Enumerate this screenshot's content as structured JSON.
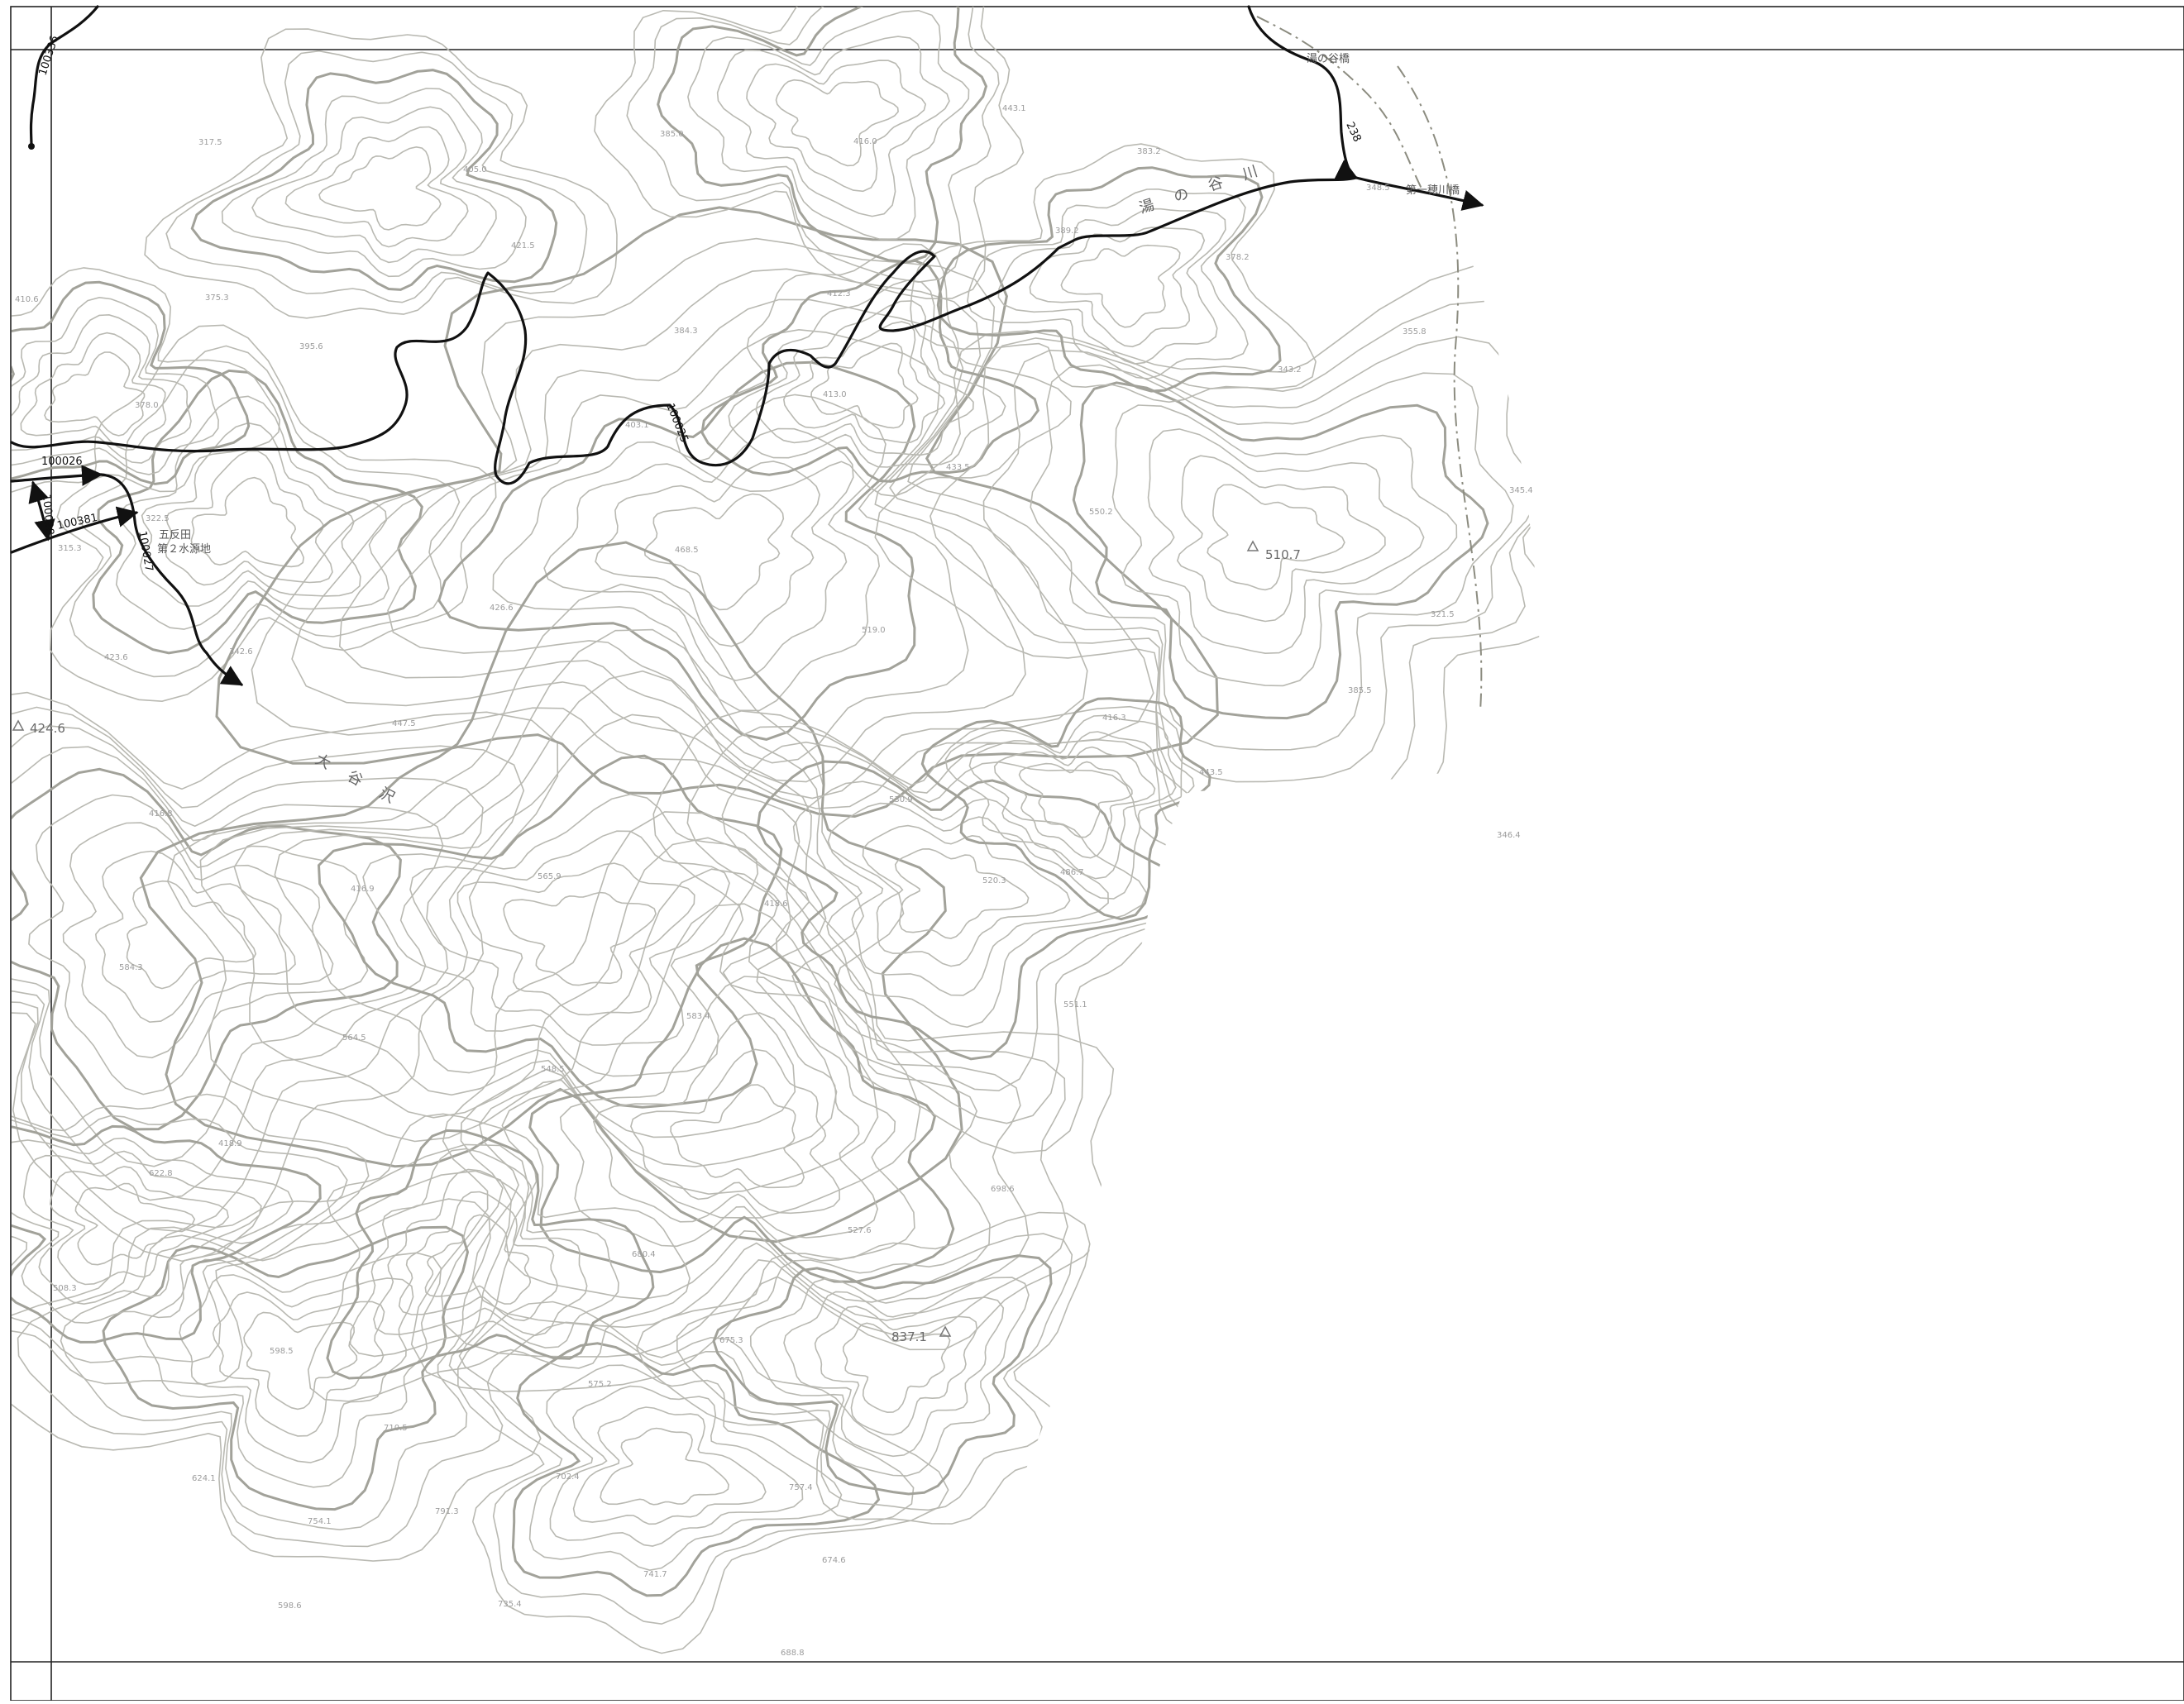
{
  "map": {
    "route_labels": [
      "100336",
      "100026",
      "100028",
      "100381",
      "100027",
      "100025",
      "238"
    ],
    "place_labels": [
      "五反田",
      "第２水源地",
      "湯の谷橋",
      "第一穂川橋"
    ],
    "river_label": "湯 の 谷 川",
    "valley_label": "大 谷 沢",
    "spot_heights": {
      "s01": "317.5",
      "s02": "405.0",
      "s03": "421.5",
      "s04": "375.3",
      "s05": "395.6",
      "s06": "378.0",
      "s07": "385.0",
      "s08": "416.0",
      "s09": "412.3",
      "s10": "384.3",
      "s11": "403.1",
      "s12": "443.1",
      "s13": "383.2",
      "s14": "389.2",
      "s15": "378.2",
      "s16": "348.5",
      "s17": "343.2",
      "s18": "413.0",
      "s19": "355.8",
      "s20": "433.5",
      "s21": "550.2",
      "s22": "426.6",
      "s23": "468.5",
      "s24": "342.6",
      "s25": "519.0",
      "s26": "321.5",
      "s27": "345.4",
      "s28": "385.5",
      "s29": "416.3",
      "s30": "443.5",
      "s31": "447.5",
      "s32": "530.9",
      "s33": "416.8",
      "s34": "486.7",
      "s35": "520.3",
      "s36": "565.9",
      "s37": "416.9",
      "s38": "418.6",
      "s39": "551.1",
      "s40": "584.3",
      "s41": "583.4",
      "s42": "564.5",
      "s43": "548.5",
      "s44": "418.9",
      "s45": "622.8",
      "s46": "698.6",
      "s47": "680.4",
      "s48": "527.6",
      "s49": "675.3",
      "s50": "575.2",
      "s51": "598.5",
      "s52": "710.5",
      "s53": "754.1",
      "s54": "702.4",
      "s55": "791.3",
      "s56": "757.4",
      "s57": "741.7",
      "s58": "674.6",
      "s59": "688.8",
      "s60": "423.6",
      "s61": "315.3",
      "s62": "322.5",
      "s63": "346.4",
      "s64": "508.3",
      "s65": "624.1",
      "s66": "410.6",
      "s67": "598.6",
      "s68": "735.4"
    },
    "peaks": {
      "p1": "510.7",
      "p2": "424.6",
      "p3": "837.1"
    }
  }
}
